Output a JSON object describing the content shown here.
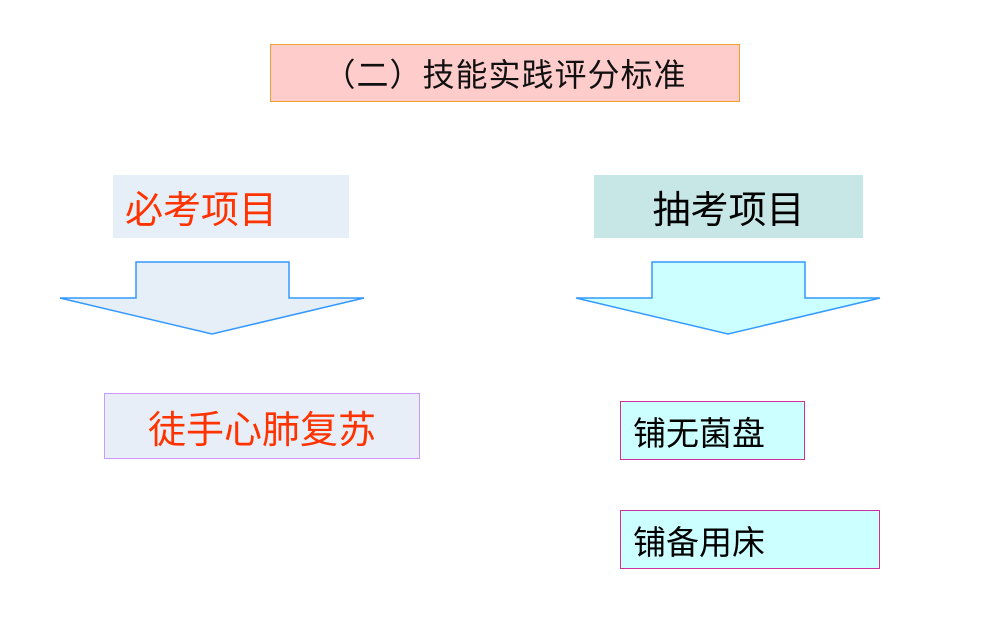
{
  "title": "（二）技能实践评分标准",
  "required": {
    "heading": "必考项目",
    "items": [
      "徒手心肺复苏"
    ]
  },
  "elective": {
    "heading": "抽考项目",
    "items": [
      "铺无菌盘",
      "铺备用床"
    ]
  },
  "colors": {
    "title_bg": "#ffcccc",
    "title_border": "#f0a030",
    "required_bg": "#e6eef8",
    "required_text": "#ff3300",
    "elective_bg": "#c7e6e6",
    "arrow_left_fill": "#e6eef8",
    "arrow_right_fill": "#ccffff",
    "arrow_stroke": "#3399ff",
    "item_border": "#cc3399"
  }
}
